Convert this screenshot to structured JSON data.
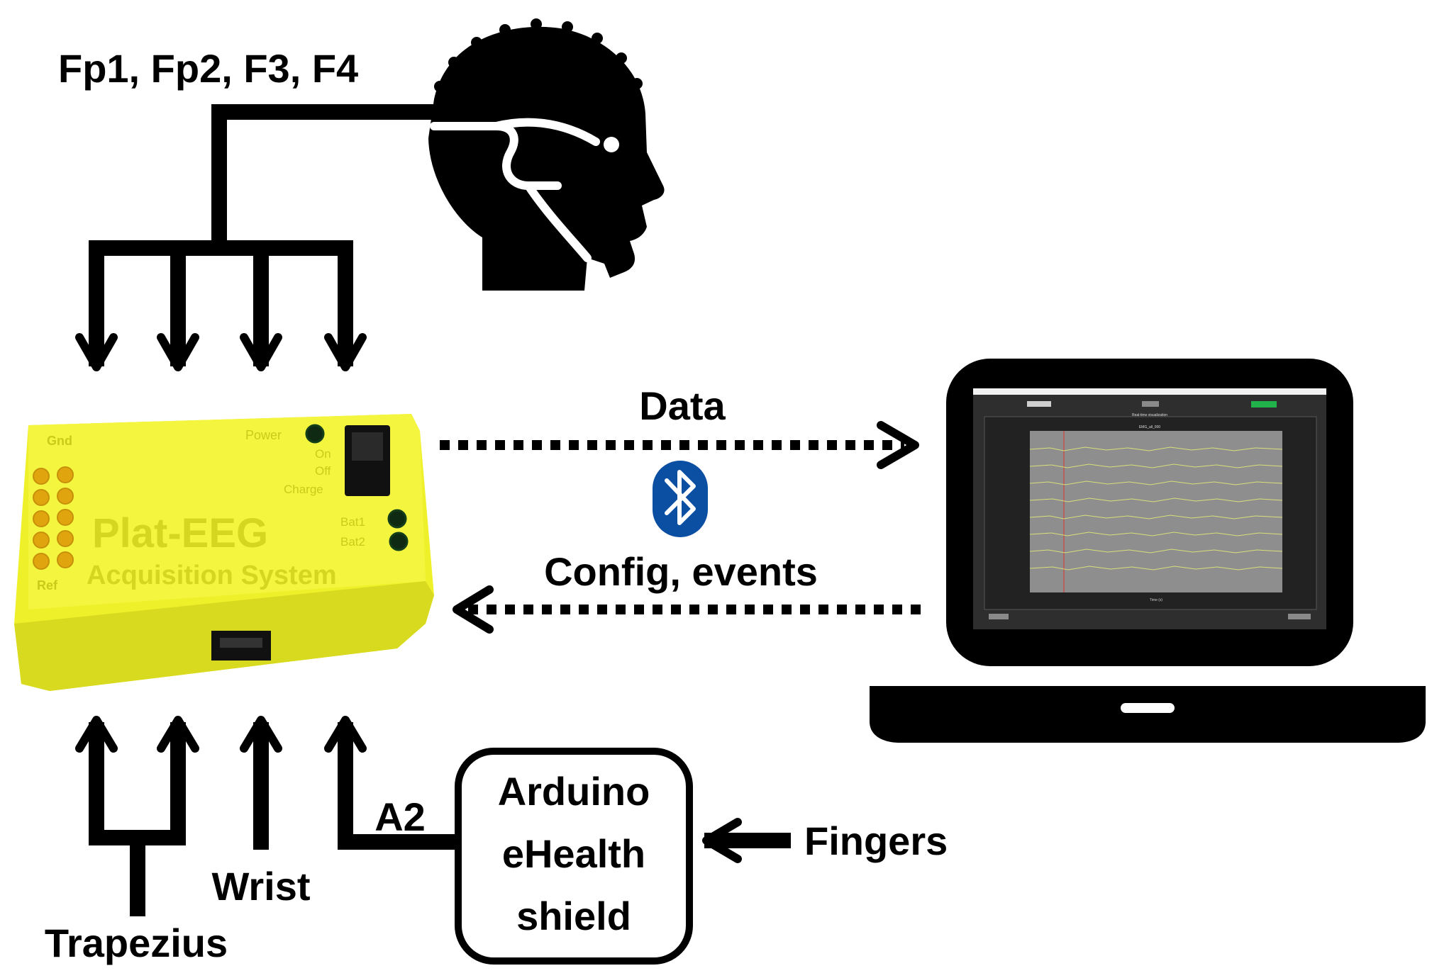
{
  "labels": {
    "electrodes": "Fp1, Fp2, F3, F4",
    "data": "Data",
    "config_events": "Config, events",
    "trapezius": "Trapezius",
    "wrist": "Wrist",
    "a2": "A2",
    "fingers": "Fingers",
    "arduino_lines": [
      "Arduino",
      "eHealth",
      "shield"
    ]
  },
  "device": {
    "name": "Plat-EEG",
    "subtitle": "Acquisition System",
    "left_labels": [
      "Gnd",
      "Ref"
    ],
    "right_labels": [
      "Power",
      "On",
      "Off",
      "Charge",
      "Bat1",
      "Bat2"
    ],
    "color": "#eef02a"
  },
  "laptop_screen": {
    "plot_title": "Real-time visualization",
    "plot_subtitle": "EMG_all_000",
    "xlabel": "Time (s)"
  },
  "icons": {
    "head": "eeg-cap-head-icon",
    "bluetooth": "bluetooth-icon",
    "laptop": "laptop-icon"
  },
  "colors": {
    "bluetooth": "#0b4fa3",
    "line": "#000000"
  }
}
